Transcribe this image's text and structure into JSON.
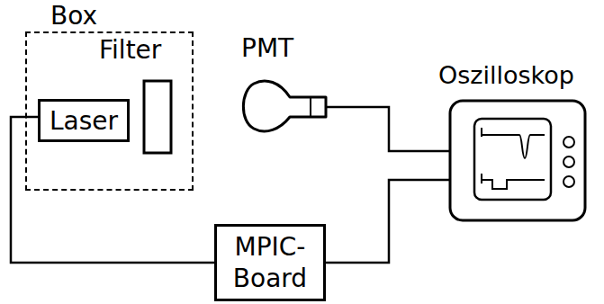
{
  "diagram": {
    "nodes": [
      {
        "text": [
          "Box"
        ]
      },
      {
        "text": [
          "Laser"
        ],
        "in": 0
      },
      {
        "text": [
          "Filter"
        ],
        "in": 0
      },
      {
        "text": [
          "PMT"
        ]
      },
      {
        "text": [
          "Oszilloskop"
        ]
      },
      {
        "text": [
          "MPIC- Board"
        ]
      }
    ],
    "edges": [
      {
        "from": 1,
        "to": 5,
        "arrow": "none"
      },
      {
        "from": 3,
        "to": 4,
        "arrow": "none"
      },
      {
        "from": 5,
        "to": 4,
        "arrow": "none"
      }
    ]
  }
}
